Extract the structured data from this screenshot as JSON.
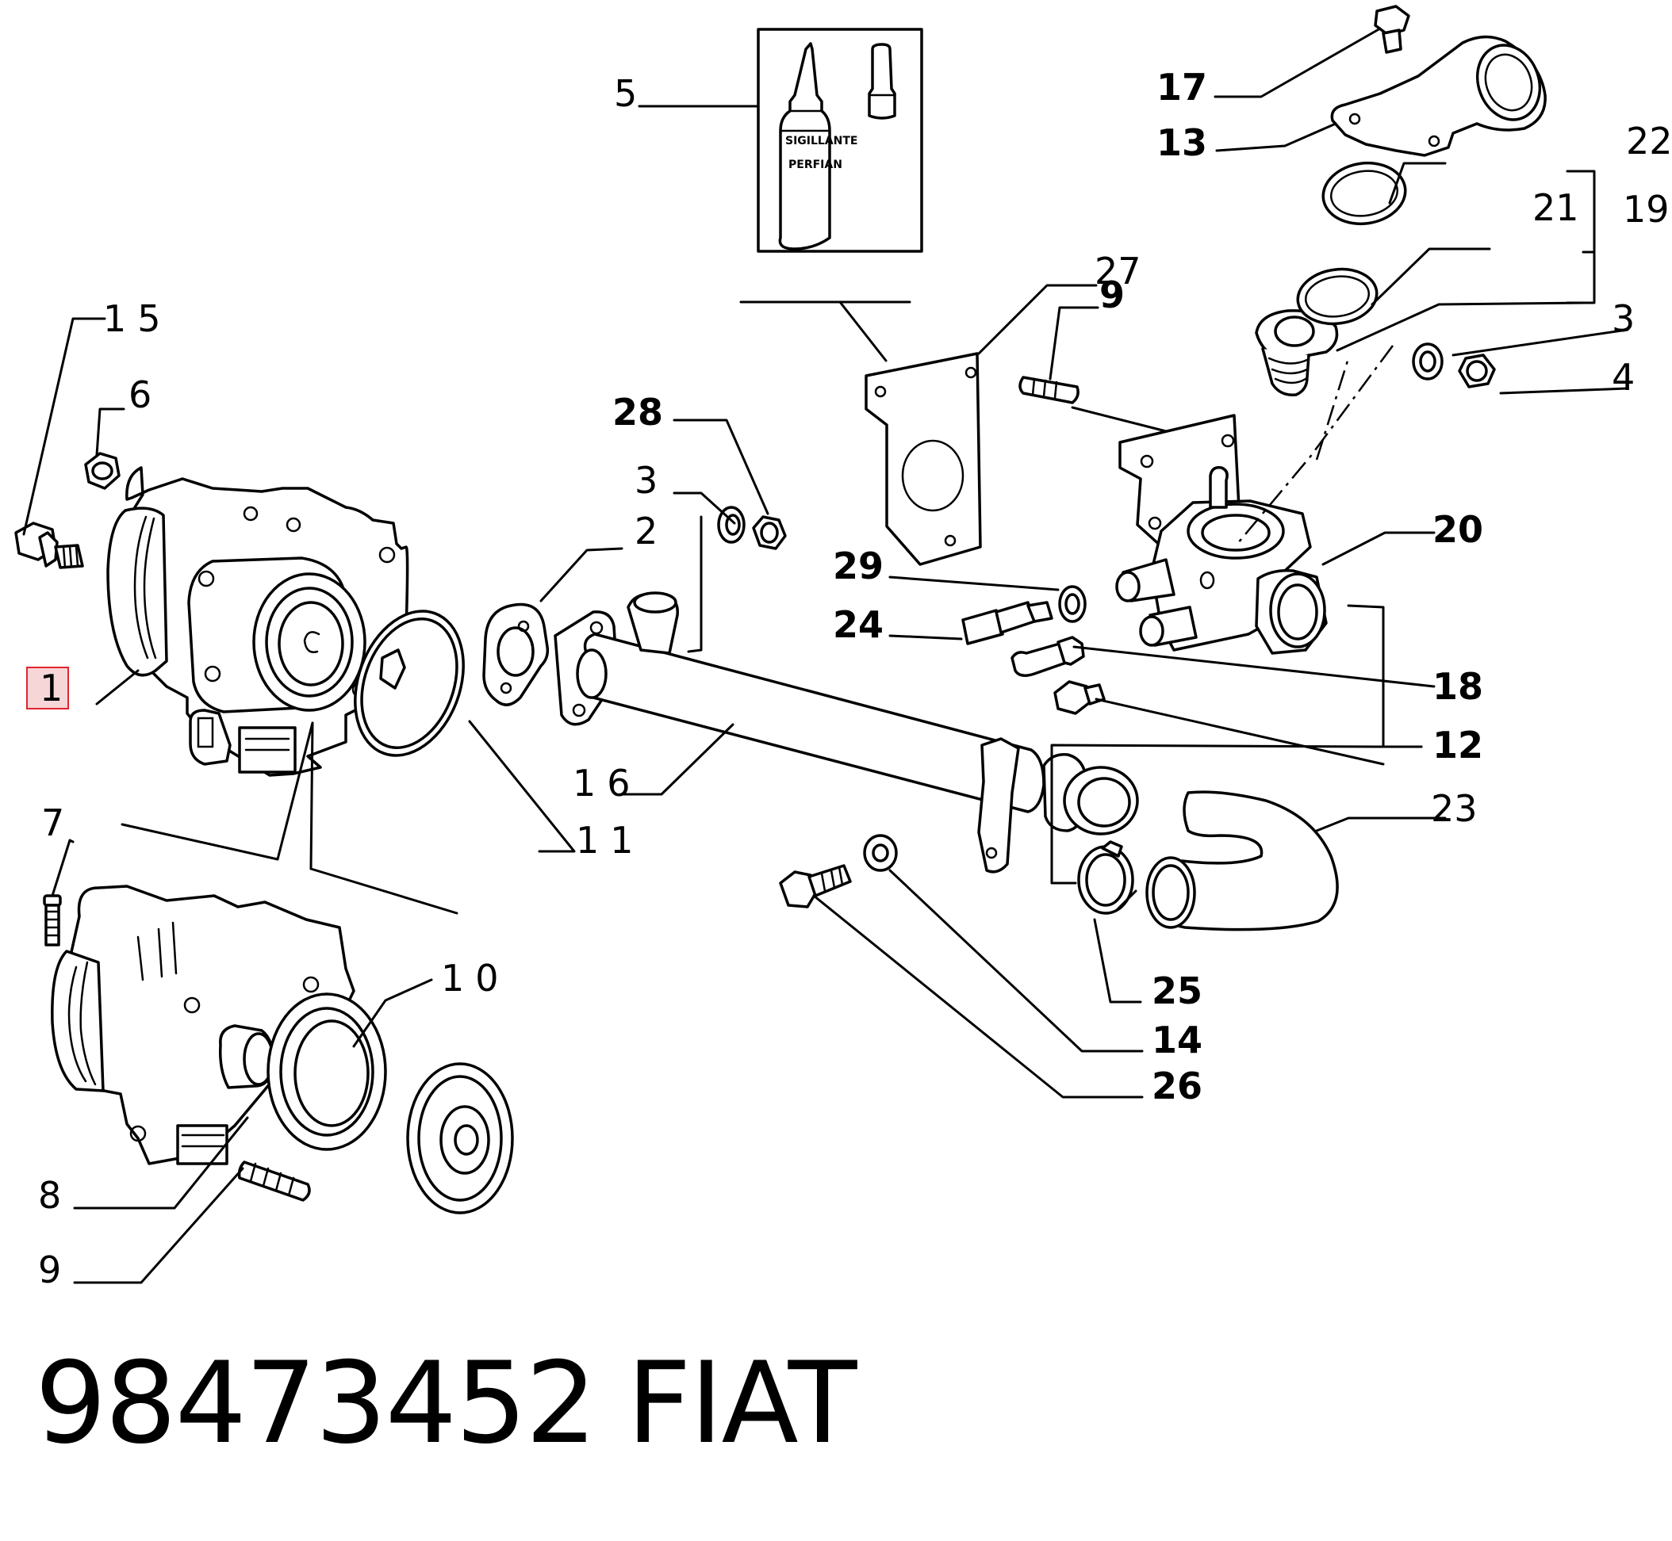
{
  "footer": {
    "part_number": "98473452",
    "brand": "FIAT"
  },
  "bottle_label": [
    "SIGILLANTE",
    "PERFIAN"
  ],
  "callouts": {
    "c1": "1",
    "c2": "2",
    "c3a": "3",
    "c3b": "3",
    "c4": "4",
    "c5": "5",
    "c6": "6",
    "c7": "7",
    "c8": "8",
    "c9a": "9",
    "c9b": "9",
    "c10": "10",
    "c11": "11",
    "c12": "12",
    "c13": "13",
    "c14": "14",
    "c15": "15",
    "c16": "16",
    "c17": "17",
    "c18": "18",
    "c19": "19",
    "c20": "20",
    "c21": "21",
    "c22": "22",
    "c23": "23",
    "c24": "24",
    "c25": "25",
    "c26": "26",
    "c27": "27",
    "c28": "28",
    "c29": "29"
  },
  "highlight": {
    "label": "1",
    "color": "#e0242e",
    "fill": "#f7d6d8"
  }
}
